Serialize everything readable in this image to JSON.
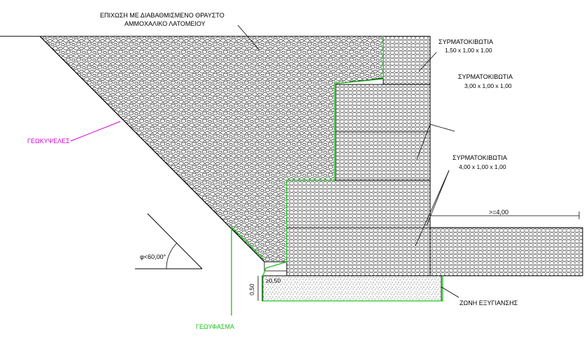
{
  "labels": {
    "fill_title_line1": "ΕΠΙΧΩΣΗ ΜΕ ΔΙΑΒΑΘΜΙΣΜΕΝΟ ΘΡΑΥΣΤΟ",
    "fill_title_line2": "ΑΜΜΟΧΑΛΙΚΟ ΛΑΤΟΜΕΙΟΥ",
    "gabion_1_title": "ΣΥΡΜΑΤΟΚΙΒΩΤΙΑ",
    "gabion_1_dims": "1,50 x 1,00 x 1,00",
    "gabion_2_title": "ΣΥΡΜΑΤΟΚΙΒΩΤΙΑ",
    "gabion_2_dims": "3,00 x 1,00 x 1,00",
    "gabion_3_title": "ΣΥΡΜΑΤΟΚΙΒΩΤΙΑ",
    "gabion_3_dims": "4,00 x 1,00 x 1,00",
    "geogrids": "ΓΕΩΚΥΨΕΛΕΣ",
    "geotextile": "ΓΕΩΥΦΑΣΜΑ",
    "leveling_zone": "ΖΩΝΗ ΕΞΥΓΙΑΝΣΗΣ",
    "angle": "φ<60,00°",
    "length": ">=4,00",
    "depth": "0,50",
    "offset": "≥0,50"
  },
  "colors": {
    "line": "#000000",
    "geogrid": "#d100d1",
    "geotextile": "#19c419",
    "background": "#ffffff"
  }
}
